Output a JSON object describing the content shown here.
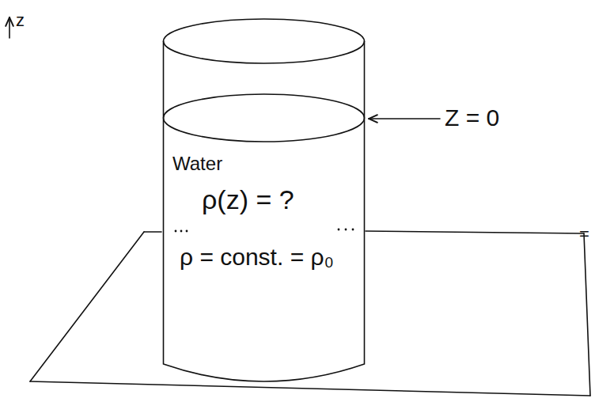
{
  "diagram": {
    "nodes": [
      {
        "text": [
          "Water",
          "ρ(z) = ?",
          "ρ = const. = ρ₀"
        ]
      }
    ],
    "labels": [
      "z",
      "Z = 0",
      "="
    ]
  }
}
